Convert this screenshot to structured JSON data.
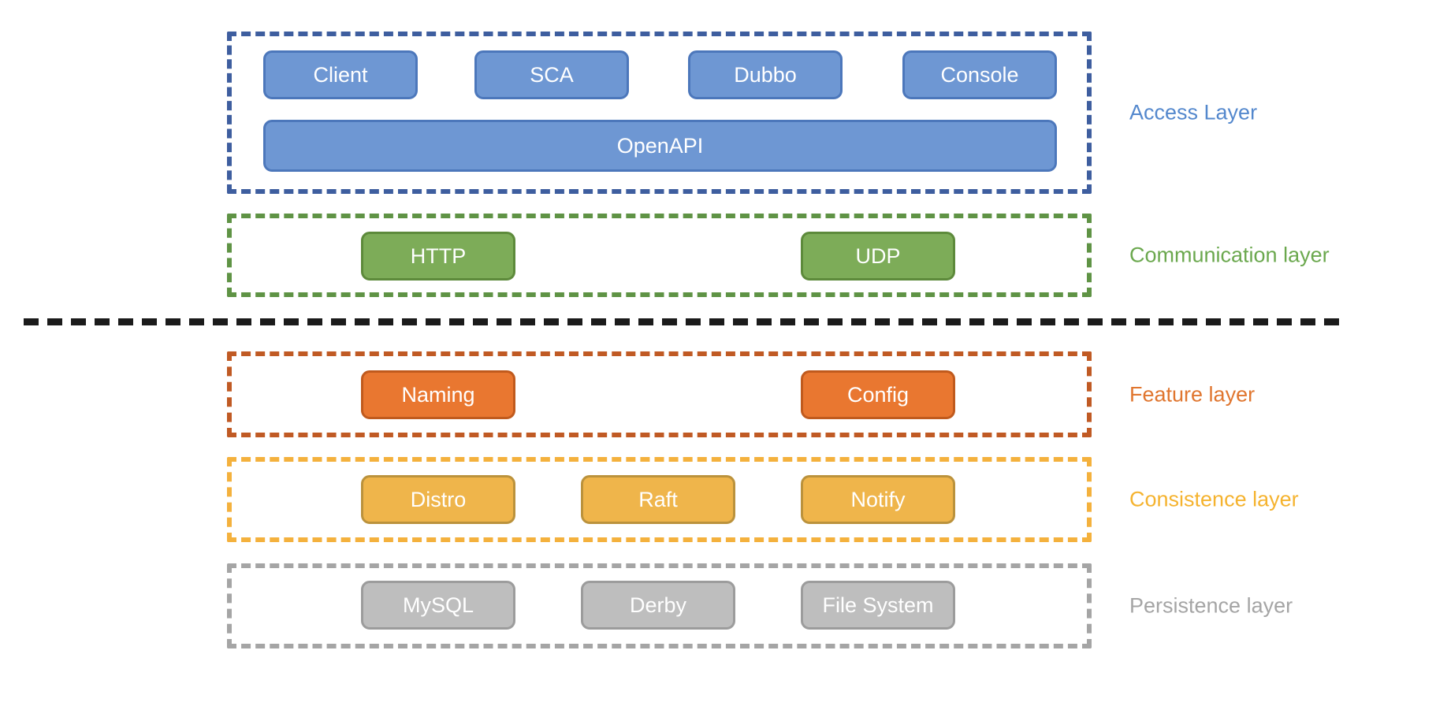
{
  "diagram": {
    "type": "layered-architecture",
    "divider_color": "#1b1b1b",
    "layers": [
      {
        "label": "Access Layer",
        "label_color": "#5488cd",
        "frame_color": "#3e5e9f",
        "node_fill": "#6e97d3",
        "node_border": "#4c77bb",
        "nodes": [
          "Client",
          "SCA",
          "Dubbo",
          "Console"
        ],
        "wide_node": "OpenAPI"
      },
      {
        "label": "Communication layer",
        "label_color": "#6ba84e",
        "frame_color": "#5f9345",
        "node_fill": "#7dac58",
        "node_border": "#5d8a3b",
        "nodes": [
          "HTTP",
          "UDP"
        ]
      },
      {
        "label": "Feature layer",
        "label_color": "#e0762f",
        "frame_color": "#c05a24",
        "node_fill": "#e97730",
        "node_border": "#c05a1d",
        "nodes": [
          "Naming",
          "Config"
        ]
      },
      {
        "label": "Consistence layer",
        "label_color": "#f5b32f",
        "frame_color": "#f4b13d",
        "node_fill": "#efb54b",
        "node_border": "#bb923c",
        "nodes": [
          "Distro",
          "Raft",
          "Notify"
        ]
      },
      {
        "label": "Persistence layer",
        "label_color": "#a5a5a5",
        "frame_color": "#a5a5a5",
        "node_fill": "#bebebe",
        "node_border": "#9c9c9c",
        "nodes": [
          "MySQL",
          "Derby",
          "File System"
        ]
      }
    ]
  }
}
